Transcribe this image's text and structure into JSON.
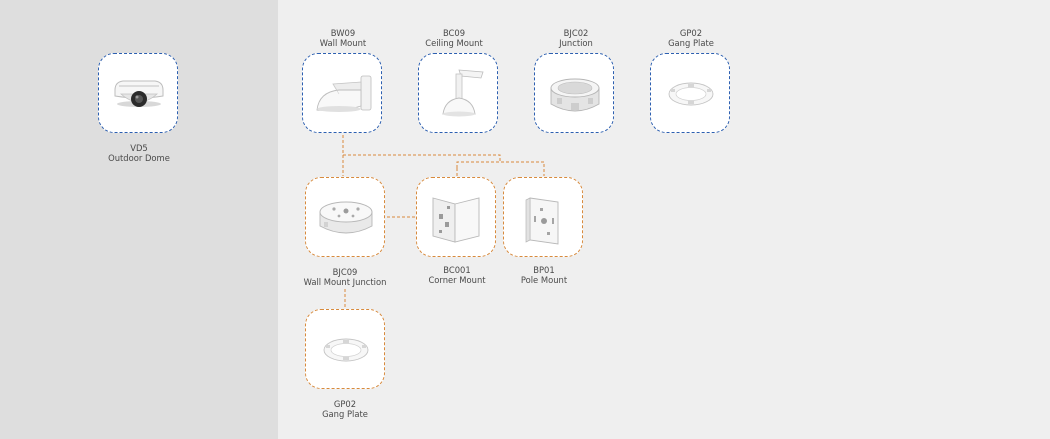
{
  "products": {
    "vd5": {
      "code": "VD5",
      "name": "Outdoor Dome"
    },
    "bw09": {
      "code": "BW09",
      "name": "Wall Mount"
    },
    "bc09": {
      "code": "BC09",
      "name": "Ceiling Mount"
    },
    "bjc02": {
      "code": "BJC02",
      "name": "Junction"
    },
    "gp02_top": {
      "code": "GP02",
      "name": "Gang Plate"
    },
    "bjc09": {
      "code": "BJC09",
      "name": "Wall Mount Junction"
    },
    "bc001": {
      "code": "BC001",
      "name": "Corner Mount"
    },
    "bp01": {
      "code": "BP01",
      "name": "Pole Mount"
    },
    "gp02_bottom": {
      "code": "GP02",
      "name": "Gang Plate"
    }
  },
  "colors": {
    "left_panel": "#dedede",
    "canvas": "#efefef",
    "accessory_border": "#2c5fb0",
    "mount_border": "#d88a3c",
    "connector": "#d88a3c",
    "text": "#4a4a4a"
  }
}
